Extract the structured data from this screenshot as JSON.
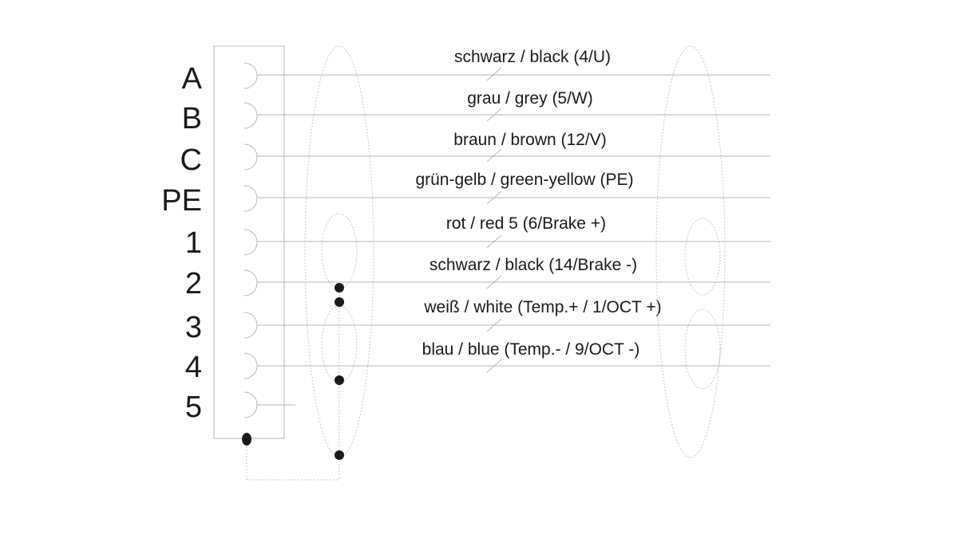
{
  "pins": [
    "A",
    "B",
    "C",
    "PE",
    "1",
    "2",
    "3",
    "4",
    "5"
  ],
  "wires": [
    "schwarz  / black (4/U)",
    "grau / grey (5/W)",
    "braun / brown (12/V)",
    "grün-gelb / green-yellow (PE)",
    "rot / red 5 (6/Brake +)",
    "schwarz / black (14/Brake -)",
    "weiß / white (Temp.+ / 1/OCT +)",
    "blau / blue (Temp.- / 9/OCT -)"
  ],
  "colors": {
    "line": "#b5b5b5",
    "dotted": "#c4c4c4",
    "text": "#1a1a1a",
    "background": "#ffffff"
  }
}
